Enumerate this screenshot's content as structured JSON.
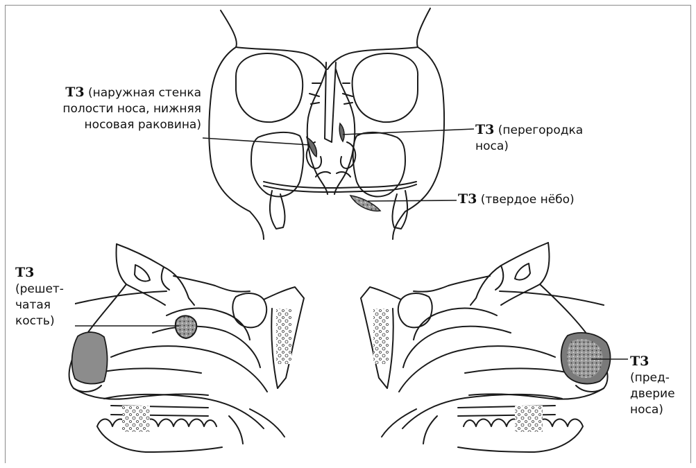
{
  "labels": {
    "lateral_wall": {
      "tag": "Т3",
      "text": " (наружная стенка",
      "line2": "полости носа, нижняя",
      "line3": "носовая раковина)"
    },
    "septum": {
      "tag": "Т3",
      "text": " (перегородка",
      "line2": "носа)"
    },
    "palate": {
      "tag": "Т3",
      "text": " (твердое нёбо)"
    },
    "ethmoid": {
      "tag": "Т3",
      "line2": "(решет-",
      "line3": "чатая",
      "line4": "кость)"
    },
    "vestibule": {
      "tag": "Т3",
      "line2": "(пред-",
      "line3": "дверие",
      "line4": "носа)"
    }
  },
  "colors": {
    "tumor": "#8c8c8c",
    "line": "#1a1a1a",
    "frame": "#8a8a8a"
  }
}
